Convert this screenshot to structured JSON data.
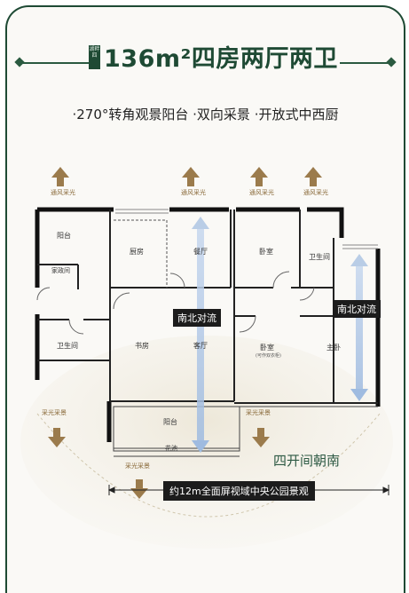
{
  "header": {
    "badge": "湖畔四",
    "title": "136m²四房两厅两卫"
  },
  "subtitle": "·270°转角观景阳台 ·双向采景 ·开放式中西厨",
  "vents": [
    "通风采光",
    "通风采光",
    "通风采光",
    "通风采光"
  ],
  "lights": [
    "采光采景",
    "采光采景",
    "采光采景"
  ],
  "rooms": {
    "balcony_small": "阳台",
    "laundry": "家政间",
    "bath_left": "卫生间",
    "kitchen": "厨房",
    "dining": "餐厅",
    "study": "书房",
    "living": "客厅",
    "balcony_big": "阳台",
    "garden": "花池",
    "bedroom_top": "卧室",
    "bath_right": "卫生间",
    "bedroom_mid": "卧室",
    "bedroom_mid_note": "(可作双衣柜)",
    "master": "主卧"
  },
  "tags": {
    "ns_center": "南北对流",
    "ns_right": "南北对流"
  },
  "south_label": "四开间朝南",
  "view_label": "约12m全面屏视域中央公园景观",
  "colors": {
    "brand": "#1e4a34",
    "arrow": "#9b7b4c",
    "flow": "#b9cde6",
    "wall": "#111111"
  }
}
